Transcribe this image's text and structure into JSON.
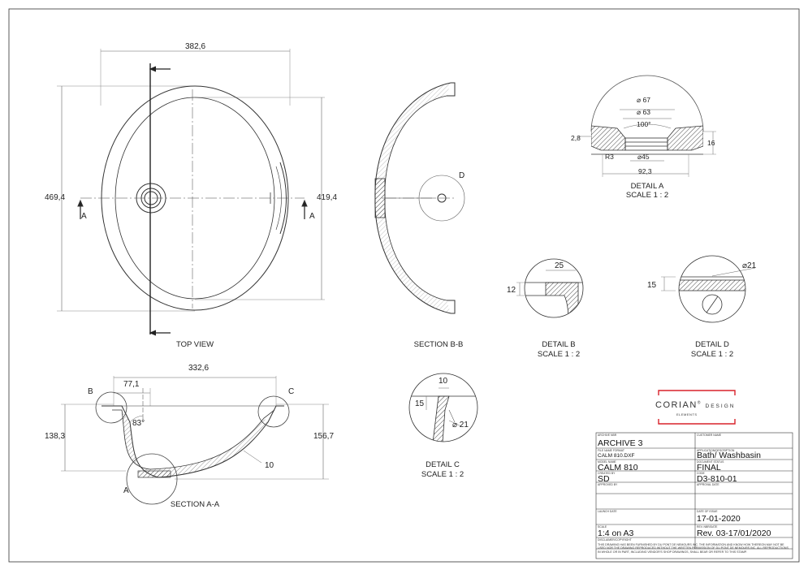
{
  "views": {
    "top_view": "TOP VIEW",
    "section_bb": "SECTION B-B",
    "section_aa": "SECTION A-A",
    "detail_a": "DETAIL A",
    "detail_b": "DETAIL B",
    "detail_c": "DETAIL C",
    "detail_d": "DETAIL D",
    "scale": "SCALE 1 : 2"
  },
  "markers": {
    "A": "A",
    "B": "B",
    "C": "C",
    "D": "D"
  },
  "dimensions": {
    "top_width": "382,6",
    "top_height": "469,4",
    "top_inner_height": "419,4",
    "sec_width": "332,6",
    "sec_offset": "77,1",
    "sec_angle": "83°",
    "sec_left_height": "138,3",
    "sec_right_height": "156,7",
    "sec_wall": "10",
    "da_d67": "⌀ 67",
    "da_d63": "⌀ 63",
    "da_angle": "100°",
    "da_d45": "⌀45",
    "da_r3": "R3",
    "da_28": "2,8",
    "da_16": "16",
    "da_923": "92,3",
    "db_25": "25",
    "db_12": "12",
    "dc_10": "10",
    "dc_15": "15",
    "dc_d21": "⌀ 21",
    "dd_15": "15",
    "dd_d21": "⌀21"
  },
  "brand": {
    "name": "CORIAN",
    "mark": "®",
    "design": "DESIGN",
    "elements": "ELEMENTS",
    "accent_color": "#d9222a"
  },
  "title_block": {
    "archive_nbr_label": "ARCHIVE NBR",
    "archive_nbr": "ARCHIVE 3",
    "file_name_label": "FILE NAME FORMAT",
    "file_name": "CALM 810.DXF",
    "model_name_label": "MODEL NAME",
    "model_name": "CALM 810",
    "created_by_label": "CREATED BY",
    "created_by": "SD",
    "approved_by_label": "APPROVED BY",
    "approved_by": "",
    "launch_date_label": "LAUNCH DATE",
    "launch_date": "",
    "scale_label": "SCALE",
    "scale": "1:4 on A3",
    "customer_name_label": "CUSTOMER NAME",
    "customer_name": "",
    "application_label": "APPLICATION/DESCRIPTION",
    "application": "Bath/ Washbasin",
    "status_label": "DOCUMENT STATUS",
    "status": "FINAL",
    "code_label": "CODE",
    "code": "D3-810-01",
    "approval_date_label": "APPROVAL DATE",
    "approval_date": "",
    "date_of_issue_label": "DATE OF ISSUE",
    "date_of_issue": "17-01-2020",
    "rev_label": "REV. NBR/DATE",
    "rev": "Rev. 03-17/01/2020",
    "disclaimer_label": "DISCLAIMER/COPYRIGHT",
    "disclaimer": "THIS DRAWING HAS BEEN FURNISHED BY DU PONT DE NEMOURS INC. THE INFORMATION AND KNOW HOW THEREON MAY NOT BE USED NOR THE DRAWING REPRODUCED WITHOUT THE WRITTEN PERMISSION OF DU PONT DE NEMOURS INC. ALL REPRODUCTIONS IN WHOLE OR IN PART, INCLUDING VENDOR'S SHOP DRAWINGS, SHALL BEAR OR REFER TO THIS STAMP."
  }
}
